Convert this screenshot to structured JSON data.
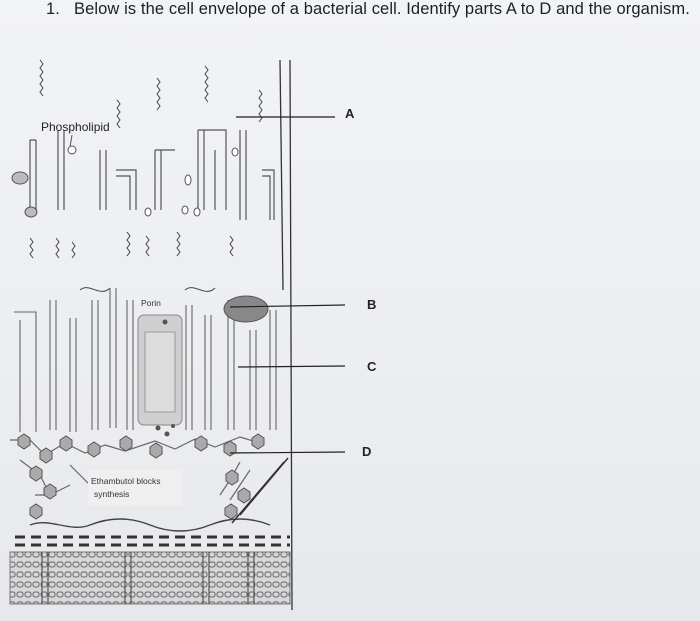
{
  "question": {
    "number": "1.",
    "text": "Below is the cell envelope of a bacterial cell. Identify parts A to D and the organism."
  },
  "diagram": {
    "label_phospholipid": "Phospholipid",
    "label_porin": "Porin",
    "label_ethambutol_line1": "Ethambutol blocks",
    "label_ethambutol_line2": "synthesis",
    "pointers": [
      "A",
      "B",
      "C",
      "D"
    ]
  }
}
